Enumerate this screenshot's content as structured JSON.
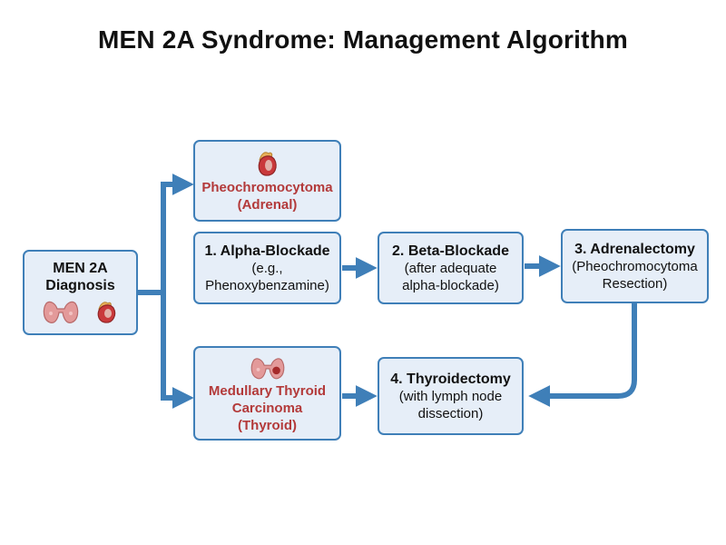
{
  "title": "MEN 2A Syndrome: Management Algorithm",
  "colors": {
    "box_fill": "#e6eef8",
    "box_border": "#3f7fb8",
    "arrow": "#3f7fb8",
    "condition_text": "#b33a3a"
  },
  "nodes": {
    "diagnosis": {
      "line1": "MEN 2A",
      "line2": "Diagnosis",
      "icons": [
        "thyroid-icon",
        "adrenal-icon"
      ]
    },
    "pheo": {
      "line1": "Pheochromocytoma",
      "line2": "(Adrenal)",
      "icon": "adrenal-icon"
    },
    "mtc": {
      "line1": "Medullary Thyroid",
      "line2": "Carcinoma",
      "line3": "(Thyroid)",
      "icon": "thyroid-icon"
    },
    "step1": {
      "line1": "1. Alpha-Blockade",
      "line2": "(e.g.,",
      "line3": "Phenoxybenzamine)"
    },
    "step2": {
      "line1": "2. Beta-Blockade",
      "line2": "(after adequate",
      "line3": "alpha-blockade)"
    },
    "step3": {
      "line1": "3. Adrenalectomy",
      "line2": "(Pheochromocytoma",
      "line3": "Resection)"
    },
    "step4": {
      "line1": "4. Thyroidectomy",
      "line2": "(with lymph node",
      "line3": "dissection)"
    }
  }
}
